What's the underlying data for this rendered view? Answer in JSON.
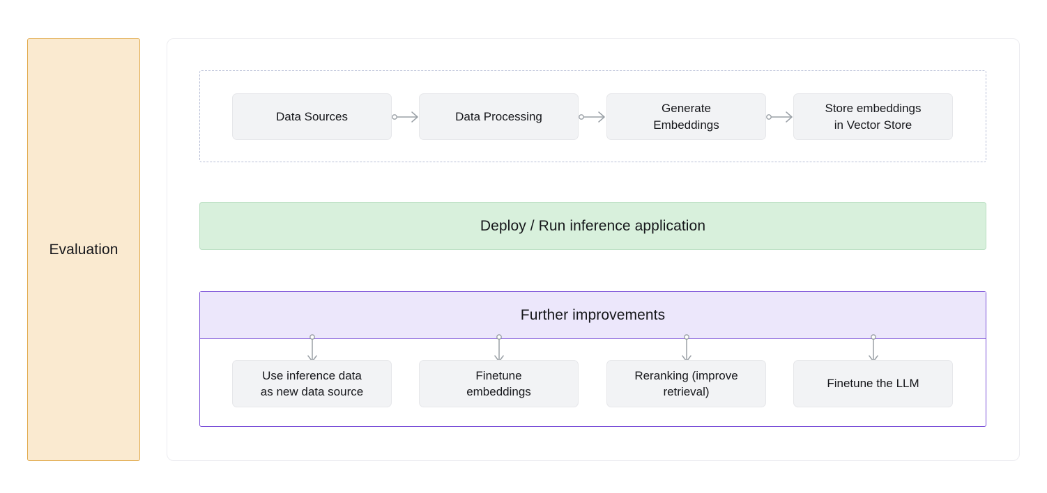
{
  "evaluation_panel": {
    "label": "Evaluation",
    "fill_color": "#faead0",
    "border_color": "#e2ab4e"
  },
  "ingestion_group": {
    "border_style": "dashed",
    "border_color": "#b6bdd6",
    "nodes": [
      {
        "label": "Data Sources"
      },
      {
        "label": "Data Processing"
      },
      {
        "label": "Generate\nEmbeddings"
      },
      {
        "label": "Store embeddings\nin Vector Store"
      }
    ],
    "connectors": [
      {
        "name": "data-sources-to-data-processing",
        "type": "arrow-right"
      },
      {
        "name": "data-processing-to-generate-embeddings",
        "type": "arrow-right"
      },
      {
        "name": "generate-embeddings-to-store-embeddings",
        "type": "arrow-right"
      }
    ]
  },
  "deploy_banner": {
    "label": "Deploy / Run inference application",
    "fill_color": "#d8f0dc",
    "border_color": "#b9dfc2"
  },
  "improvements_panel": {
    "title": "Further improvements",
    "header_fill_color": "#ece7fb",
    "border_color": "#7b51d8",
    "nodes": [
      {
        "label": "Use inference data\nas new data source"
      },
      {
        "label": "Finetune\nembeddings"
      },
      {
        "label": "Reranking (improve\nretrieval)"
      },
      {
        "label": "Finetune the LLM"
      }
    ],
    "connectors": [
      {
        "name": "improvements-to-use-inference-data",
        "type": "arrow-down"
      },
      {
        "name": "improvements-to-finetune-embeddings",
        "type": "arrow-down"
      },
      {
        "name": "improvements-to-reranking",
        "type": "arrow-down"
      },
      {
        "name": "improvements-to-finetune-llm",
        "type": "arrow-down"
      }
    ]
  },
  "node_style": {
    "fill_color": "#f2f3f5",
    "border_color": "#e6e7ea"
  }
}
